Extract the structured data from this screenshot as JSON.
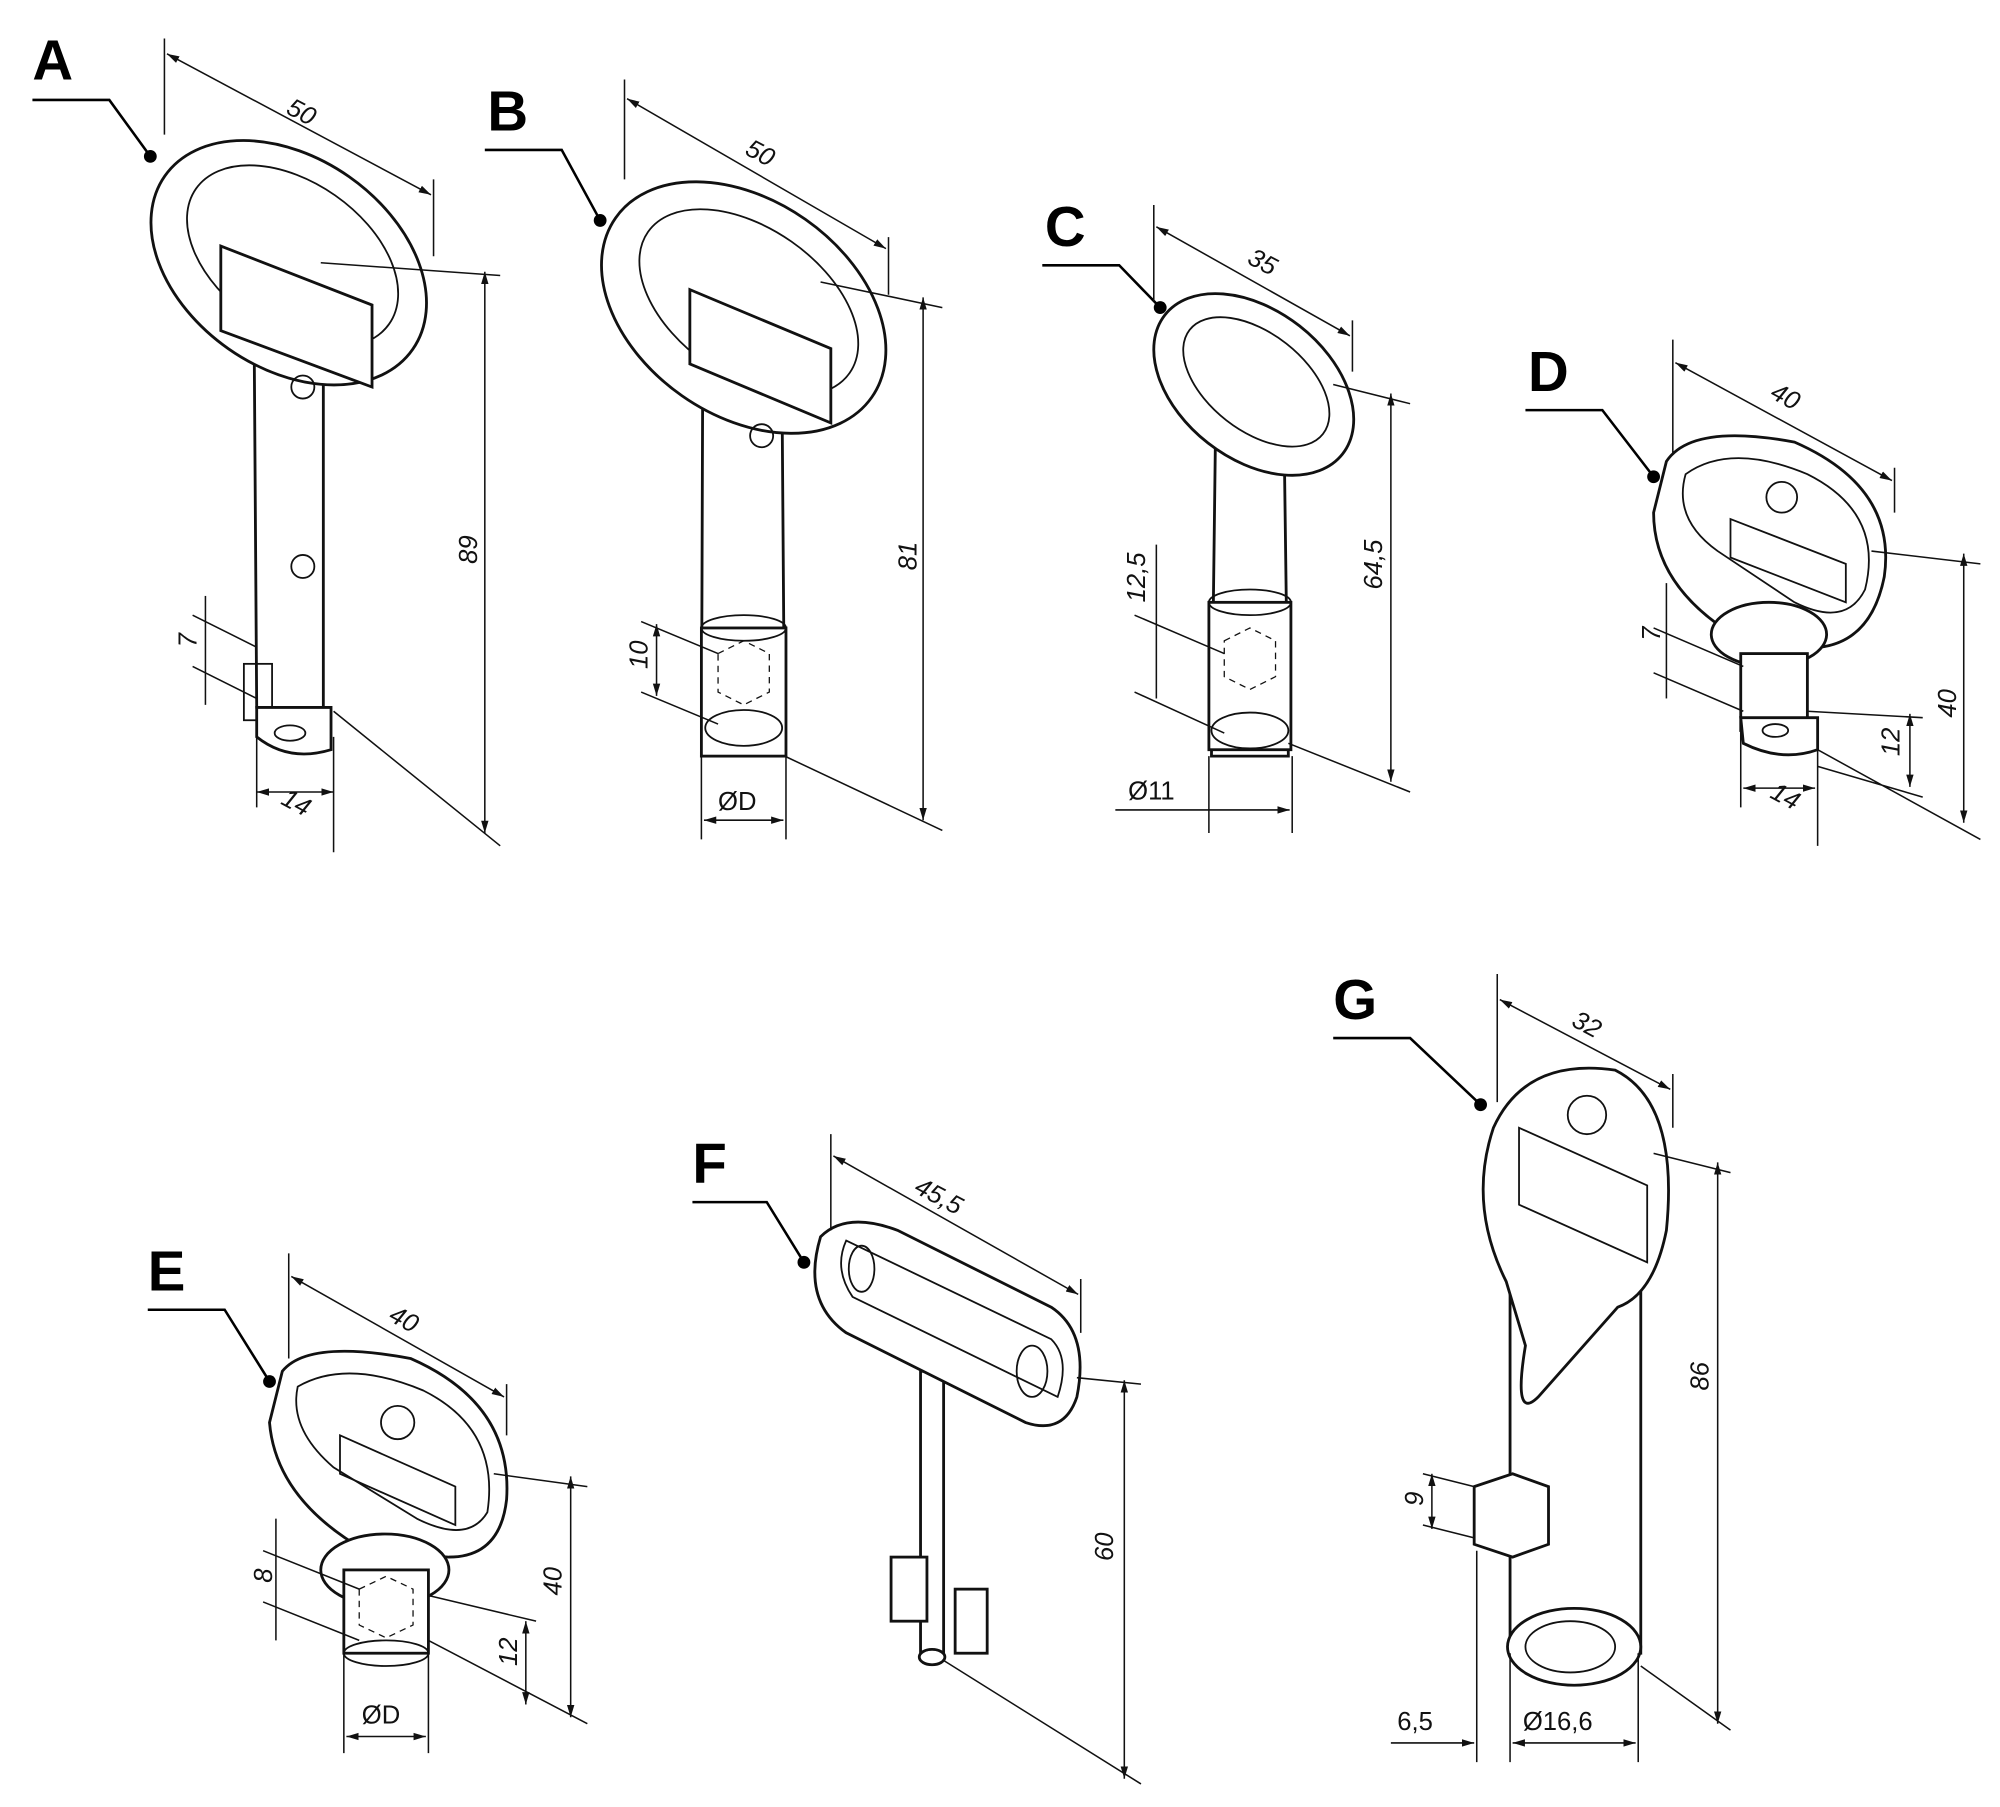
{
  "keys": [
    {
      "label": "A",
      "dims": {
        "width": "50",
        "height": "89",
        "tip": "7",
        "bit": "14"
      }
    },
    {
      "label": "B",
      "dims": {
        "width": "50",
        "height": "81",
        "socket": "10",
        "diameter": "ØD"
      }
    },
    {
      "label": "C",
      "dims": {
        "width": "35",
        "height": "64,5",
        "socket": "12,5",
        "diameter": "Ø11"
      }
    },
    {
      "label": "D",
      "dims": {
        "width": "40",
        "height": "40",
        "tip": "7",
        "shaft": "12",
        "bit": "14"
      }
    },
    {
      "label": "E",
      "dims": {
        "width": "40",
        "height": "40",
        "socket": "8",
        "shaft": "12",
        "diameter": "ØD"
      }
    },
    {
      "label": "F",
      "dims": {
        "width": "45,5",
        "height": "60"
      }
    },
    {
      "label": "G",
      "dims": {
        "width": "32",
        "height": "86",
        "square": "9",
        "offset": "6,5",
        "diameter": "Ø16,6"
      }
    }
  ]
}
